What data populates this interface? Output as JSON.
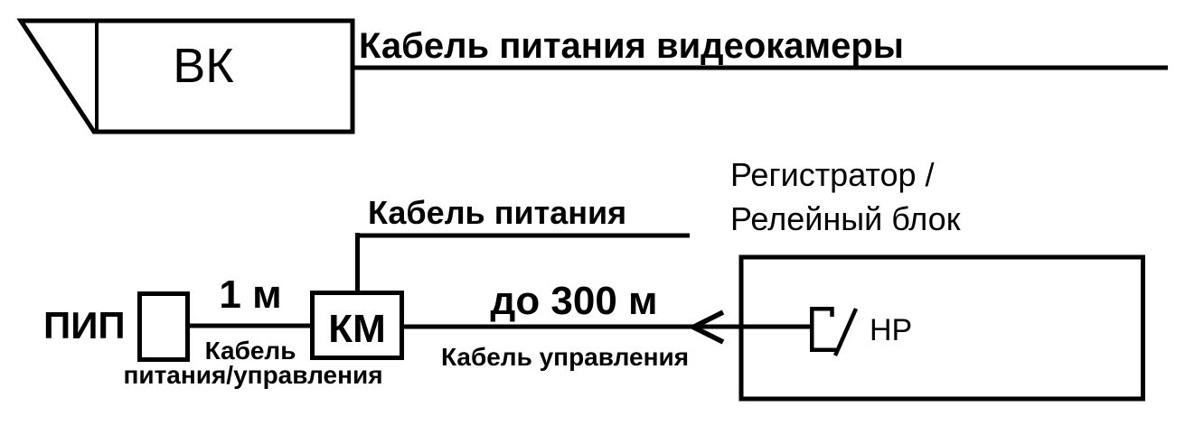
{
  "diagram": {
    "colors": {
      "background": "#ffffff",
      "line": "#000000",
      "text": "#000000"
    },
    "camera": {
      "label": "ВК"
    },
    "camera_power_cable": {
      "label": "Кабель питания видеокамеры"
    },
    "power_cable": {
      "label": "Кабель питания"
    },
    "pip": {
      "label": "ПИП"
    },
    "km": {
      "label": "КМ"
    },
    "pip_km_cable": {
      "distance": "1 м",
      "name_line1": "Кабель",
      "name_line2": "питания/управления"
    },
    "control_cable": {
      "distance": "до 300 м",
      "label": "Кабель управления"
    },
    "recorder": {
      "label_line1": "Регистратор /",
      "label_line2": "Релейный блок"
    },
    "relay_contact": {
      "label": "НР"
    }
  }
}
